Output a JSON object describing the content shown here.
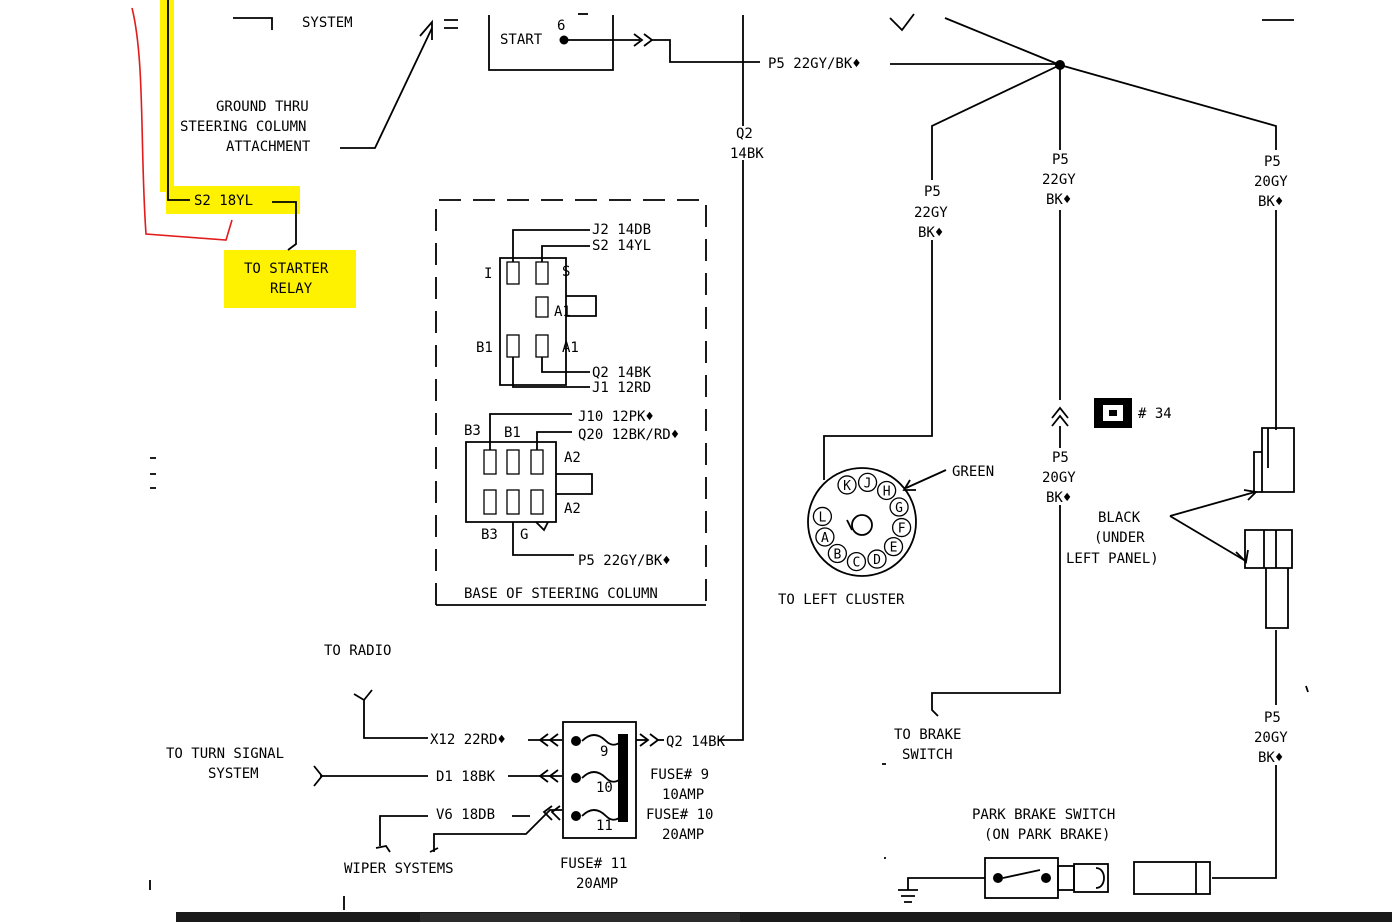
{
  "labels": {
    "system_top": "SYSTEM",
    "ground_line1": "GROUND THRU",
    "ground_line2": "STEERING COLUMN",
    "ground_line3": "ATTACHMENT",
    "s2_wire": "S2 18YL",
    "starter_line1": "TO STARTER",
    "starter_line2": "RELAY",
    "start_label": "START",
    "start_pin": "6",
    "p5_top": "P5 22GY/BK♦",
    "q2_a": "Q2",
    "q2_b": "14BK",
    "p5_left_a": "P5",
    "p5_left_b": "22GY",
    "p5_left_c": "BK♦",
    "p5_mid_a": "P5",
    "p5_mid_b": "22GY",
    "p5_mid_c": "BK♦",
    "p5_right_a": "P5",
    "p5_right_b": "20GY",
    "p5_right_c": "BK♦",
    "j2": "J2 14DB",
    "s2_14": "S2 14YL",
    "pin_i": "I",
    "pin_s": "S",
    "pin_a1_top": "A1",
    "pin_b1": "B1",
    "pin_a1": "A1",
    "q2_14bk": "Q2 14BK",
    "j1": "J1 12RD",
    "j10": "J10 12PK♦",
    "b3_top": "B3",
    "b1_top": "B1",
    "q20": "Q20 12BK/RD♦",
    "a2_top": "A2",
    "a2_bot": "A2",
    "b3_bot": "B3",
    "g_pin": "G",
    "p5_box": "P5 22GY/BK♦",
    "base_column": "BASE OF STEERING COLUMN",
    "green": "GREEN",
    "left_cluster": "TO LEFT CLUSTER",
    "connector_num": "# 34",
    "p5_20_a": "P5",
    "p5_20_b": "20GY",
    "p5_20_c": "BK♦",
    "black_1": "BLACK",
    "black_2": "(UNDER",
    "black_3": "LEFT PANEL)",
    "to_radio": "TO RADIO",
    "turn_1": "TO TURN SIGNAL",
    "turn_2": "SYSTEM",
    "x12": "X12 22RD♦",
    "d1": "D1 18BK",
    "v6": "V6 18DB",
    "q2_fuse": "Q2 14BK",
    "fuse9_a": "FUSE# 9",
    "fuse9_b": "10AMP",
    "fuse10_a": "FUSE# 10",
    "fuse10_b": "20AMP",
    "fuse11_a": "FUSE# 11",
    "fuse11_b": "20AMP",
    "wiper": "WIPER SYSTEMS",
    "brake_1": "TO BRAKE",
    "brake_2": "SWITCH",
    "park_1": "PARK BRAKE SWITCH",
    "park_2": "(ON PARK BRAKE)",
    "p5_bot_a": "P5",
    "p5_bot_b": "20GY",
    "p5_bot_c": "BK♦",
    "fuse_num_9": "9",
    "fuse_num_10": "10",
    "fuse_num_11": "11"
  },
  "cluster_pins": [
    "K",
    "J",
    "H",
    "G",
    "F",
    "E",
    "D",
    "C",
    "B",
    "A",
    "L"
  ],
  "colors": {
    "highlight": "#fff200",
    "annotation_red": "#e21b1b"
  }
}
